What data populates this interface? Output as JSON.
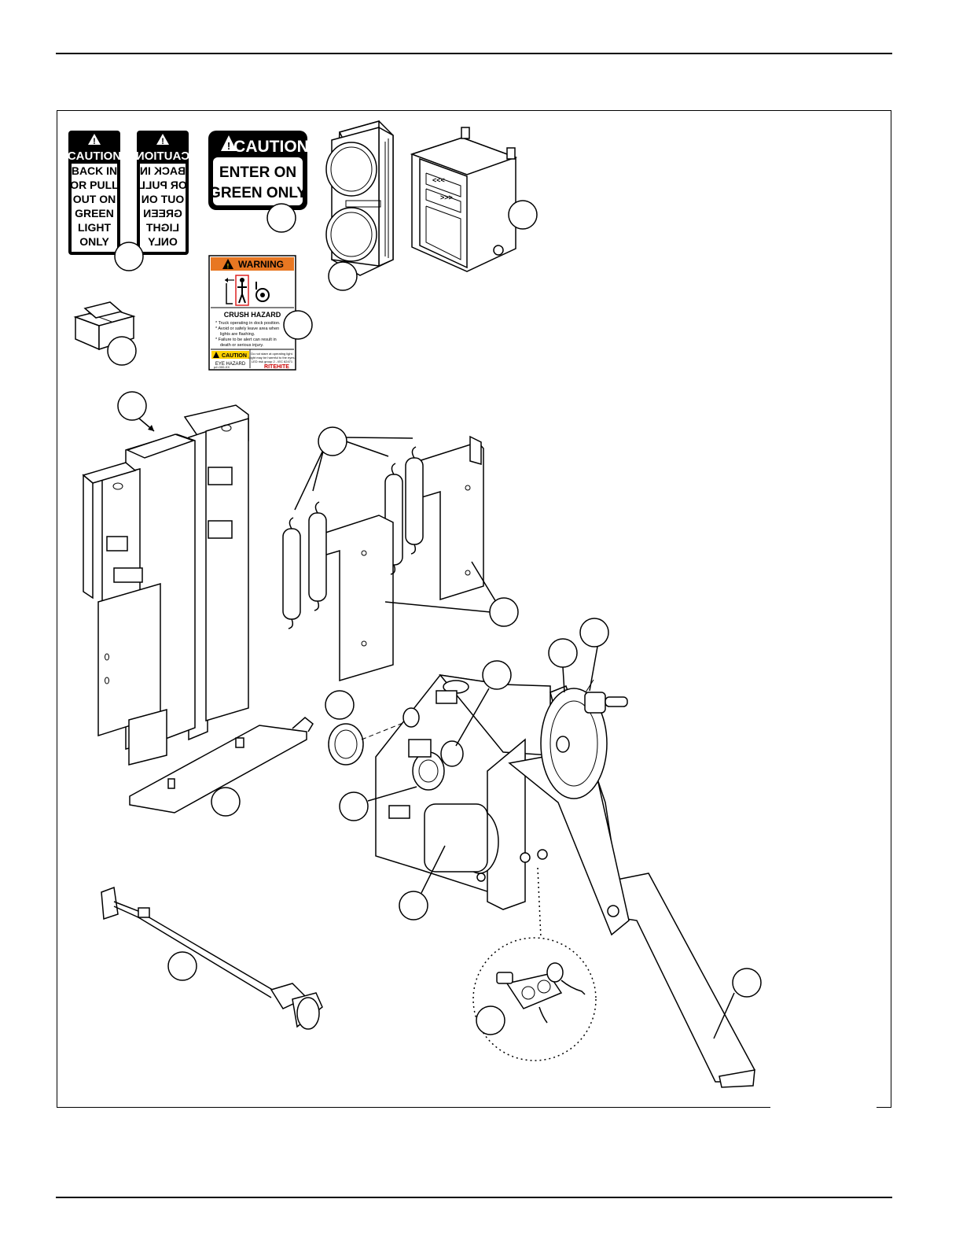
{
  "signs": {
    "sign_a": {
      "header": "CAUTION",
      "lines": [
        "BACK IN",
        "OR PULL",
        "OUT ON",
        "GREEN",
        "LIGHT",
        "ONLY"
      ]
    },
    "sign_b": {
      "header": "CAUTION",
      "lines": [
        "BACK IN",
        "OR PULL",
        "OUT ON",
        "GREEN",
        "LIGHT",
        "ONLY"
      ]
    },
    "sign_c": {
      "header": "CAUTION",
      "lines": [
        "ENTER ON",
        "GREEN ONLY"
      ]
    },
    "warning_label": {
      "header": "WARNING",
      "hazard": "CRUSH HAZARD",
      "bullets": [
        "* Truck operating in dock position.",
        "* Avoid or safely leave area when",
        "lights are flashing.",
        "* Failure to be alert can result in",
        "death or serious injury."
      ],
      "caution_label": "CAUTION",
      "eye_hazard": "EYE HAZARD",
      "eye_note_1": "Do not stare at operating light.",
      "eye_note_2": "Light may be harmful to the eyes.",
      "eye_note_3": "LED risk group 2 - IEC 62471",
      "brand": "RITEHITE",
      "part_no": "p/n 000-XX"
    }
  },
  "colors": {
    "warning_orange": "#e87722",
    "caution_yellow": "#ffd200",
    "line": "#000000"
  }
}
